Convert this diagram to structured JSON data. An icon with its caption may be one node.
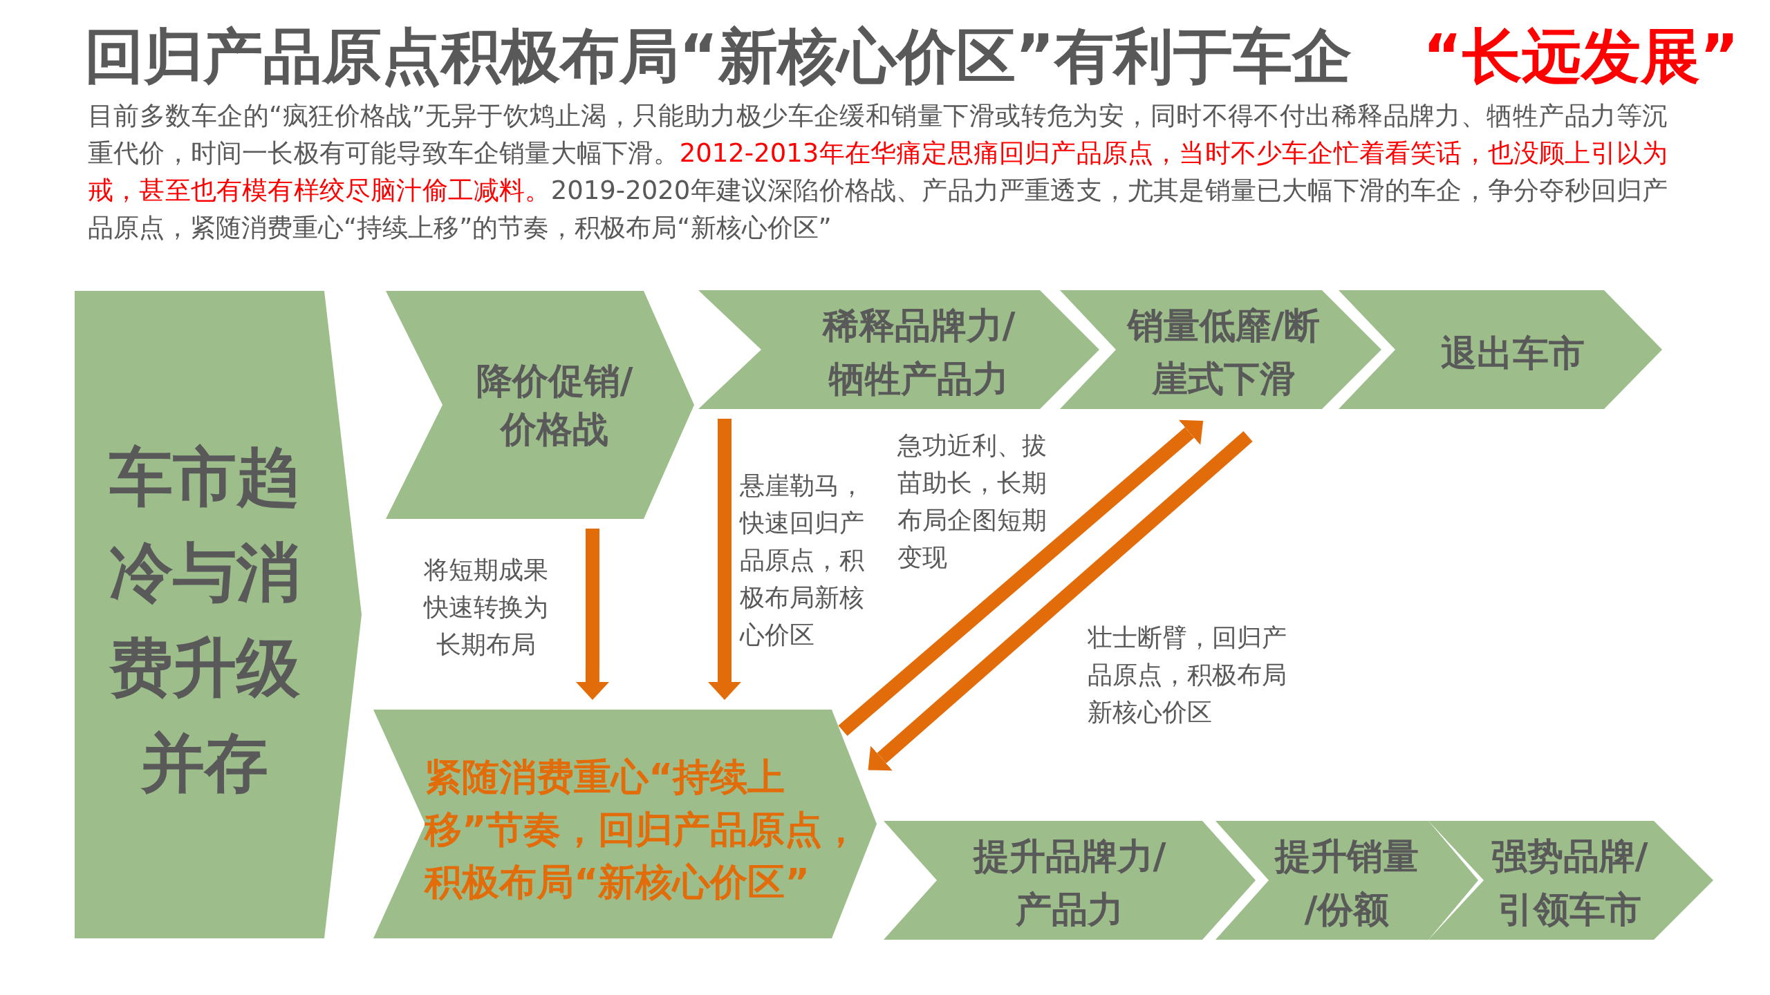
{
  "diagram": {
    "title": "回归产品原点积极布局“新核心价区”有利于车企",
    "nodes": [
      {
        "text": [
          "车市趋冷与消费升级并存"
        ]
      },
      {
        "text": [
          "降价促销/价格战"
        ]
      },
      {
        "text": [
          "稀释品牌力/牺牲产品力"
        ]
      },
      {
        "text": [
          "销量低靡/断崖式下滑"
        ]
      },
      {
        "text": [
          "退出车市"
        ]
      },
      {
        "text": [
          "紧随消费重心“持续上移”节奏，回归产品原点，积极布局“新核心价区”"
        ]
      },
      {
        "text": [
          "提升品牌力/产品力"
        ]
      },
      {
        "text": [
          "提升销量/份额"
        ]
      },
      {
        "text": [
          "强势品牌/引领车市"
        ]
      }
    ],
    "edges": [
      {
        "from": 1,
        "to": 5,
        "arrow": "to",
        "label": "将短期成果快速转换为长期布局"
      },
      {
        "from": 2,
        "to": 5,
        "arrow": "to",
        "label": "悬崖勒马，快速回归产品原点，积极布局新核心价区"
      },
      {
        "from": 5,
        "to": 3,
        "arrow": "to",
        "label": "急功近利、拔苗助长，长期布局企图短期变现"
      },
      {
        "from": 3,
        "to": 5,
        "arrow": "to",
        "label": "壮士断臂，回归产品原点，积极布局新核心价区"
      }
    ],
    "labels": [
      "“长远发展”",
      "目前多数车企的“疯狂价格战”无异于饮鸩止渴，只能助力极少车企缓和销量下滑或转危为安，同时不得不付出稀释品牌力、牺牲产品力等沉重代价，时间一长极有可能导致车企销量大幅下滑。",
      "2012-2013年在华痛定思痛回归产品原点，当时不少车企忙着看笑话，也没顾上引以为戒，甚至也有模有样绞尽脑汁偷工减料。",
      "2019-2020年建议深陷价格战、产品力严重透支，尤其是销量已大幅下滑的车企，争分夺秒回归产品原点，紧随消费重心“持续上移”的节奏，积极布局“新核心价区”"
    ]
  }
}
